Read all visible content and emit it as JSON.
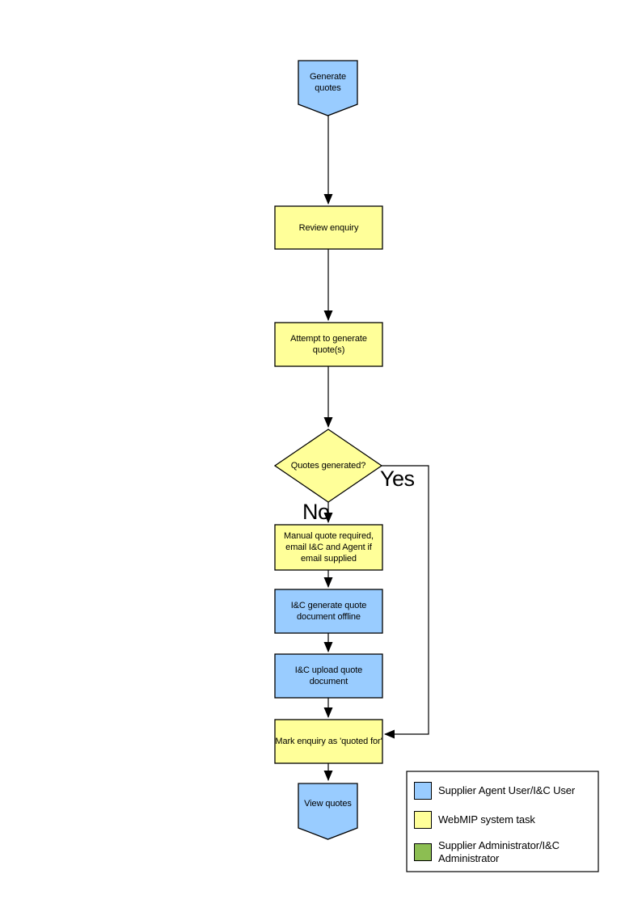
{
  "colors": {
    "node_blue": "#99CCFF",
    "node_yellow": "#FFFF99",
    "legend_green": "#8CBE52",
    "line": "#000000",
    "background": "#FFFFFF"
  },
  "flowchart": {
    "start": {
      "label": "Generate quotes"
    },
    "review": {
      "label": "Review enquiry"
    },
    "attempt": {
      "label": "Attempt to generate quote(s)"
    },
    "decision": {
      "label": "Quotes generated?"
    },
    "yes_label": "Yes",
    "no_label": "No",
    "manual": {
      "label": "Manual quote required, email I&C and Agent if email supplied"
    },
    "offline": {
      "label": "I&C generate quote document offline"
    },
    "upload": {
      "label": "I&C upload quote document"
    },
    "mark": {
      "label": "Mark enquiry as 'quoted for'"
    },
    "end": {
      "label": "View quotes"
    }
  },
  "legend": {
    "items": [
      {
        "color": "#99CCFF",
        "label": "Supplier Agent User/I&C User"
      },
      {
        "color": "#FFFF99",
        "label": "WebMIP system task"
      },
      {
        "color": "#8CBE52",
        "label": "Supplier Administrator/I&C Administrator"
      }
    ]
  }
}
